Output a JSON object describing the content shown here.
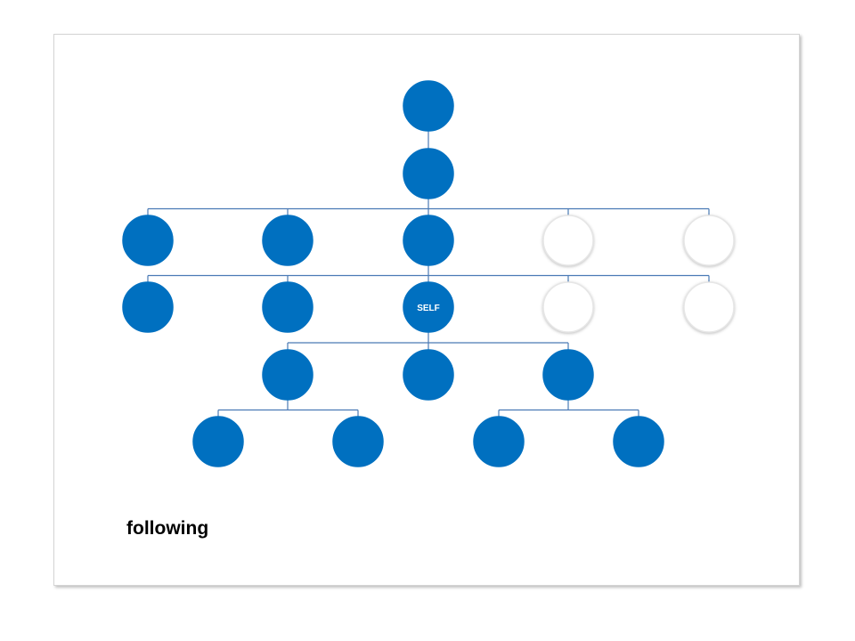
{
  "diagram": {
    "caption": "following",
    "colors": {
      "filled": "#0070c0",
      "empty_fill": "#ffffff",
      "empty_stroke": "#e6e6e6",
      "line": "#4a7ab5",
      "self_text": "#ffffff"
    },
    "nodes": [
      {
        "id": "n1",
        "label": "",
        "filled": true
      },
      {
        "id": "n2",
        "label": "",
        "filled": true
      },
      {
        "id": "n3a",
        "label": "",
        "filled": true
      },
      {
        "id": "n3b",
        "label": "",
        "filled": true
      },
      {
        "id": "n3c",
        "label": "",
        "filled": true
      },
      {
        "id": "n3d",
        "label": "",
        "filled": false
      },
      {
        "id": "n3e",
        "label": "",
        "filled": false
      },
      {
        "id": "n4a",
        "label": "",
        "filled": true
      },
      {
        "id": "n4b",
        "label": "",
        "filled": true
      },
      {
        "id": "self",
        "label": "SELF",
        "filled": true
      },
      {
        "id": "n4d",
        "label": "",
        "filled": false
      },
      {
        "id": "n4e",
        "label": "",
        "filled": false
      },
      {
        "id": "n5a",
        "label": "",
        "filled": true
      },
      {
        "id": "n5b",
        "label": "",
        "filled": true
      },
      {
        "id": "n5c",
        "label": "",
        "filled": true
      },
      {
        "id": "n6a",
        "label": "",
        "filled": true
      },
      {
        "id": "n6b",
        "label": "",
        "filled": true
      },
      {
        "id": "n6c",
        "label": "",
        "filled": true
      },
      {
        "id": "n6d",
        "label": "",
        "filled": true
      }
    ],
    "edges": [
      {
        "from": "n1",
        "to": [
          "n2"
        ]
      },
      {
        "from": "n2",
        "to": [
          "n3a",
          "n3b",
          "n3c",
          "n3d",
          "n3e"
        ]
      },
      {
        "from": "n3c",
        "to": [
          "n4a",
          "n4b",
          "self",
          "n4d",
          "n4e"
        ]
      },
      {
        "from": "self",
        "to": [
          "n5a",
          "n5b",
          "n5c"
        ]
      },
      {
        "from": "n5a",
        "to": [
          "n6a",
          "n6b"
        ]
      },
      {
        "from": "n5c",
        "to": [
          "n6c",
          "n6d"
        ]
      }
    ]
  }
}
